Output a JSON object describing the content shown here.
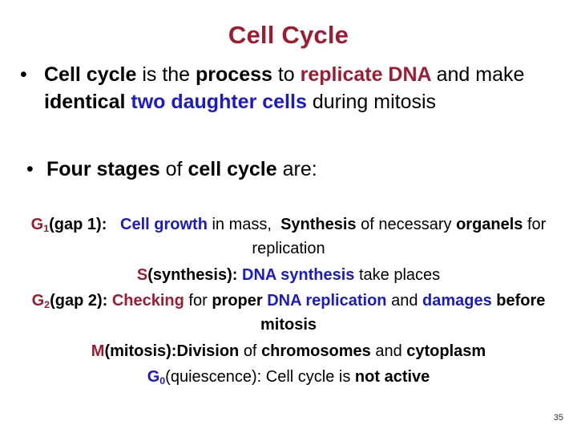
{
  "slide": {
    "title": "Cell Cycle",
    "page_number": "35",
    "colors": {
      "accent_red": "#9E1B32",
      "accent_blue": "#1A1ACC",
      "text": "#000000",
      "background": "#FFFFFF"
    }
  },
  "bullets": [
    {
      "marker": "•",
      "segments": [
        {
          "text": "Cell cycle ",
          "bold": true,
          "color": "text"
        },
        {
          "text": "is the ",
          "bold": false,
          "color": "text"
        },
        {
          "text": "process ",
          "bold": true,
          "color": "text"
        },
        {
          "text": "to ",
          "bold": false,
          "color": "text"
        },
        {
          "text": "replicate DNA ",
          "bold": true,
          "color": "red"
        },
        {
          "text": "and make ",
          "bold": false,
          "color": "text"
        },
        {
          "text": "identical ",
          "bold": true,
          "color": "text"
        },
        {
          "text": "two daughter cells ",
          "bold": true,
          "color": "blue"
        },
        {
          "text": "during mitosis",
          "bold": false,
          "color": "text"
        }
      ],
      "plain": "Cell cycle is the process to replicate DNA and make identical two daughter cells during mitosis"
    },
    {
      "marker": "•",
      "segments": [
        {
          "text": "Four stages ",
          "bold": true,
          "color": "text"
        },
        {
          "text": "of ",
          "bold": false,
          "color": "text"
        },
        {
          "text": "cell cycle ",
          "bold": true,
          "color": "text"
        },
        {
          "text": "are:",
          "bold": false,
          "color": "text"
        }
      ],
      "plain": "Four stages of cell cycle are:"
    }
  ],
  "stages": [
    {
      "id": "g1",
      "label": "G",
      "sub": "1",
      "label_color": "red",
      "plain": "G1(gap 1):   Cell growth in mass,  Synthesis of necessary organels for replication",
      "rest": [
        {
          "text": "(gap 1):   ",
          "bold": true,
          "color": "text"
        },
        {
          "text": "Cell growth ",
          "bold": true,
          "color": "blue"
        },
        {
          "text": "in mass,  ",
          "bold": false,
          "color": "text"
        },
        {
          "text": "Synthesis ",
          "bold": true,
          "color": "text"
        },
        {
          "text": "of necessary ",
          "bold": false,
          "color": "text"
        },
        {
          "text": "organels ",
          "bold": true,
          "color": "text"
        },
        {
          "text": "for replication",
          "bold": false,
          "color": "text"
        }
      ]
    },
    {
      "id": "s",
      "label": "S",
      "sub": "",
      "label_color": "red",
      "plain": "S(synthesis): DNA synthesis take places",
      "rest": [
        {
          "text": "(synthesis): ",
          "bold": true,
          "color": "text"
        },
        {
          "text": "DNA synthesis ",
          "bold": true,
          "color": "blue"
        },
        {
          "text": "take places",
          "bold": false,
          "color": "text"
        }
      ]
    },
    {
      "id": "g2",
      "label": "G",
      "sub": "2",
      "label_color": "red",
      "plain": "G2(gap 2): Checking for proper DNA replication and damages before mitosis",
      "rest": [
        {
          "text": "(gap 2): ",
          "bold": true,
          "color": "text"
        },
        {
          "text": "Checking ",
          "bold": true,
          "color": "red"
        },
        {
          "text": "for ",
          "bold": false,
          "color": "text"
        },
        {
          "text": "proper ",
          "bold": true,
          "color": "text"
        },
        {
          "text": "DNA replication ",
          "bold": true,
          "color": "blue"
        },
        {
          "text": "and ",
          "bold": false,
          "color": "text"
        },
        {
          "text": "damages ",
          "bold": true,
          "color": "blue"
        },
        {
          "text": "before mitosis",
          "bold": true,
          "color": "text"
        }
      ]
    },
    {
      "id": "m",
      "label": "M",
      "sub": "",
      "label_color": "red",
      "plain": "M(mitosis):Division of chromosomes and cytoplasm",
      "rest": [
        {
          "text": "(mitosis):Division ",
          "bold": true,
          "color": "text"
        },
        {
          "text": "of ",
          "bold": false,
          "color": "text"
        },
        {
          "text": "chromosomes ",
          "bold": true,
          "color": "text"
        },
        {
          "text": "and ",
          "bold": false,
          "color": "text"
        },
        {
          "text": "cytoplasm",
          "bold": true,
          "color": "text"
        }
      ]
    },
    {
      "id": "g0",
      "label": "G",
      "sub": "0",
      "label_color": "blue",
      "plain": "G0(quiescence): Cell cycle is not active",
      "rest": [
        {
          "text": "(quiescence): Cell cycle is ",
          "bold": false,
          "color": "text"
        },
        {
          "text": "not active",
          "bold": true,
          "color": "text"
        }
      ]
    }
  ]
}
